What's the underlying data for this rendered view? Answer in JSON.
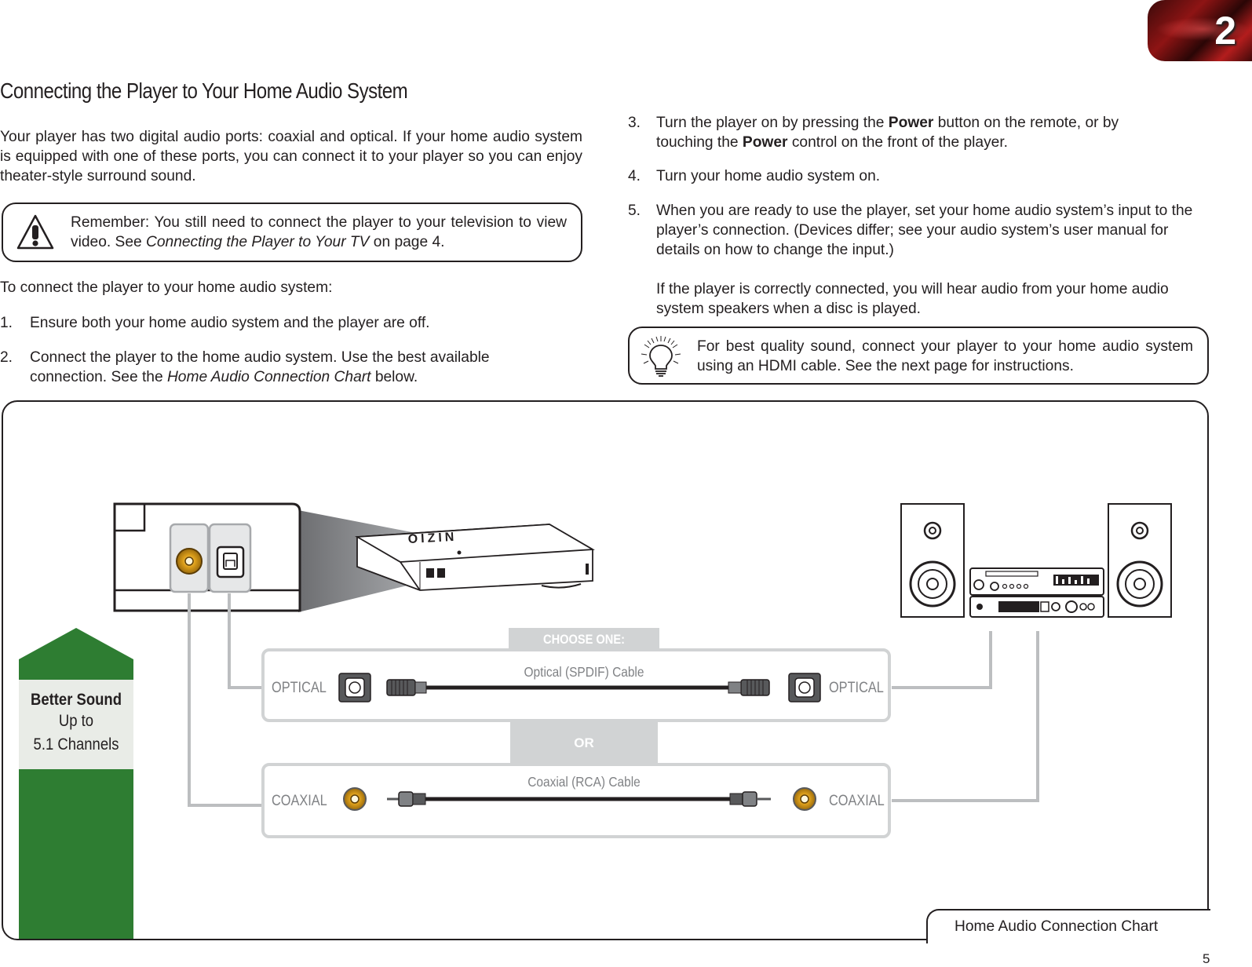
{
  "chapter": {
    "number": "2"
  },
  "heading": "Connecting the Player to Your Home Audio System",
  "intro": "Your player has two digital audio ports: coaxial and optical. If your home audio system is equipped with one of these ports, you can connect it to your player so you can enjoy theater-style surround sound.",
  "remember_note": {
    "icon": "warning-icon",
    "text_before": "Remember: You still need to connect the player to your television to view video. See ",
    "link_text": "Connecting the Player to Your TV",
    "text_after": " on page 4."
  },
  "lead_in": "To connect the player to your home audio system:",
  "steps": [
    {
      "number": "1.",
      "text": "Ensure both your home audio system and the player are off."
    },
    {
      "number": "2.",
      "text_before": "Connect the player to the home audio system. Use the best available connection. See the ",
      "emphasis": "Home Audio Connection Chart",
      "text_after": " below."
    },
    {
      "number": "3.",
      "text_a": "Turn the player on by pressing the ",
      "bold_a": "Power",
      "text_b": " button on the remote, or by touching the ",
      "bold_b": "Power",
      "text_c": " control on the front of the player."
    },
    {
      "number": "4.",
      "text": "Turn your home audio system on."
    },
    {
      "number": "5.",
      "text": "When you are ready to use the player, set your home audio system’s input to the player’s connection. (Devices differ; see your audio system’s user manual for details on how to change the input.)",
      "followup": "If the player is correctly connected, you will hear audio from your home audio system speakers when a disc is played."
    }
  ],
  "tip_note": {
    "icon": "lightbulb-icon",
    "text": "For best quality sound, connect your player to your home audio system using an HDMI cable. See the next page for instructions."
  },
  "chart": {
    "choose_one": "CHOOSE ONE:",
    "or": "OR",
    "optical_label_left": "OPTICAL",
    "optical_label_right": "OPTICAL",
    "optical_cable": "Optical (SPDIF) Cable",
    "coaxial_label_left": "COAXIAL",
    "coaxial_label_right": "COAXIAL",
    "coaxial_cable": "Coaxial (RCA) Cable",
    "rating": {
      "title": "Better Sound",
      "line2": "Up to",
      "line3": "5.1 Channels"
    },
    "caption": "Home Audio Connection Chart",
    "colors": {
      "green": "#2e7d32",
      "coax_gold": "#e0a21c",
      "gray_panel": "#d1d3d4"
    }
  },
  "page_number": "5"
}
